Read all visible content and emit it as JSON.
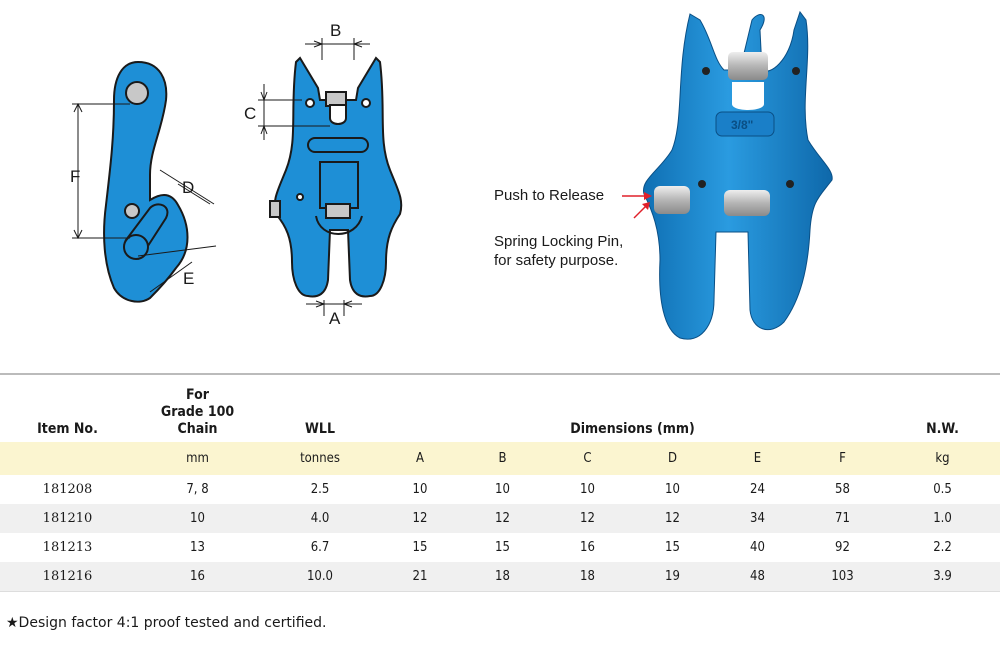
{
  "diagram": {
    "labels": {
      "A": "A",
      "B": "B",
      "C": "C",
      "D": "D",
      "E": "E",
      "F": "F"
    },
    "product_marking": "3/8\"",
    "colors": {
      "blue": "#1e8fd6",
      "blue_dark": "#0f6fb3",
      "outline": "#1a1a1a",
      "pin": "#c8c8c8"
    }
  },
  "callouts": {
    "push": "Push to Release",
    "spring_line1": "Spring Locking Pin,",
    "spring_line2": "for safety purpose.",
    "arrow_color": "#e0202a"
  },
  "table": {
    "headers": {
      "item_no": "Item No.",
      "for_line1": "For",
      "for_line2": "Grade 100",
      "for_line3": "Chain",
      "wll": "WLL",
      "dimensions": "Dimensions (mm)",
      "nw": "N.W."
    },
    "units": [
      "",
      "mm",
      "tonnes",
      "A",
      "B",
      "C",
      "D",
      "E",
      "F",
      "kg"
    ],
    "rows": [
      [
        "181208",
        "7, 8",
        "2.5",
        "10",
        "10",
        "10",
        "10",
        "24",
        "58",
        "0.5"
      ],
      [
        "181210",
        "10",
        "4.0",
        "12",
        "12",
        "12",
        "12",
        "34",
        "71",
        "1.0"
      ],
      [
        "181213",
        "13",
        "6.7",
        "15",
        "15",
        "16",
        "15",
        "40",
        "92",
        "2.2"
      ],
      [
        "181216",
        "16",
        "10.0",
        "21",
        "18",
        "18",
        "19",
        "48",
        "103",
        "3.9"
      ]
    ]
  },
  "footnote": "★Design factor 4:1 proof tested and certified."
}
